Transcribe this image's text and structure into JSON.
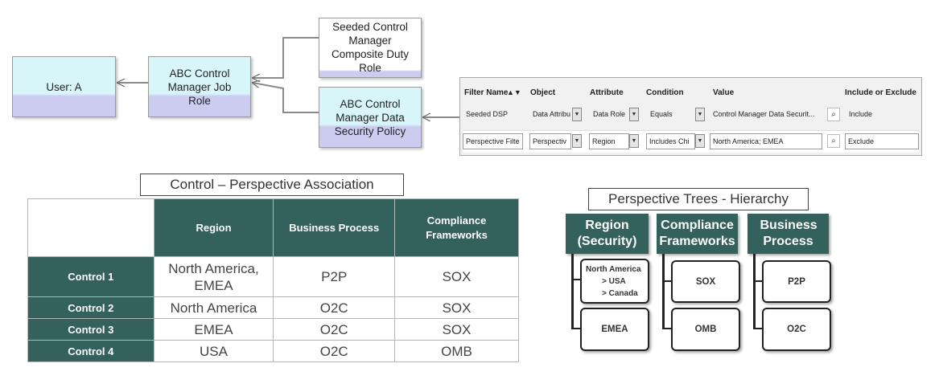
{
  "flow": {
    "user": "User: A",
    "job_role": "ABC Control Manager Job Role",
    "seeded_role": "Seeded Control Manager Composite Duty Role",
    "data_security_policy": "ABC Control Manager Data Security Policy"
  },
  "filter_panel": {
    "headers": {
      "filter_name": "Filter Name",
      "object": "Object",
      "attribute": "Attribute",
      "condition": "Condition",
      "value": "Value",
      "include_exclude": "Include or Exclude"
    },
    "rows": [
      {
        "filter_name": "Seeded DSP",
        "object": "Data Attribu",
        "attribute": "Data Role",
        "condition": "Equals",
        "value": "Control Manager Data Securit...",
        "include_exclude": "Include"
      },
      {
        "filter_name": "Perspective Filte",
        "object": "Perspectiv",
        "attribute": "Region",
        "condition": "Includes Chi",
        "value": "North America; EMEA",
        "include_exclude": "Exclude"
      }
    ]
  },
  "association": {
    "title": "Control – Perspective Association",
    "columns": [
      "Region",
      "Business Process",
      "Compliance Frameworks"
    ],
    "rows": [
      {
        "control": "Control 1",
        "region": "North America, EMEA",
        "process": "P2P",
        "framework": "SOX"
      },
      {
        "control": "Control 2",
        "region": "North America",
        "process": "O2C",
        "framework": "SOX"
      },
      {
        "control": "Control 3",
        "region": "EMEA",
        "process": "O2C",
        "framework": "SOX"
      },
      {
        "control": "Control 4",
        "region": "USA",
        "process": "O2C",
        "framework": "OMB"
      }
    ]
  },
  "trees": {
    "title": "Perspective Trees - Hierarchy",
    "region": {
      "heading": "Region (Security)",
      "node1_title": "North America",
      "node1_child1": "> USA",
      "node1_child2": "> Canada",
      "node2": "EMEA"
    },
    "compliance": {
      "heading": "Compliance Frameworks",
      "node1": "SOX",
      "node2": "OMB"
    },
    "business": {
      "heading": "Business Process",
      "node1": "P2P",
      "node2": "O2C"
    }
  },
  "colors": {
    "teal": "#33615b",
    "lavender": "#ccccf0",
    "light_cyan": "#d8f6fa"
  }
}
